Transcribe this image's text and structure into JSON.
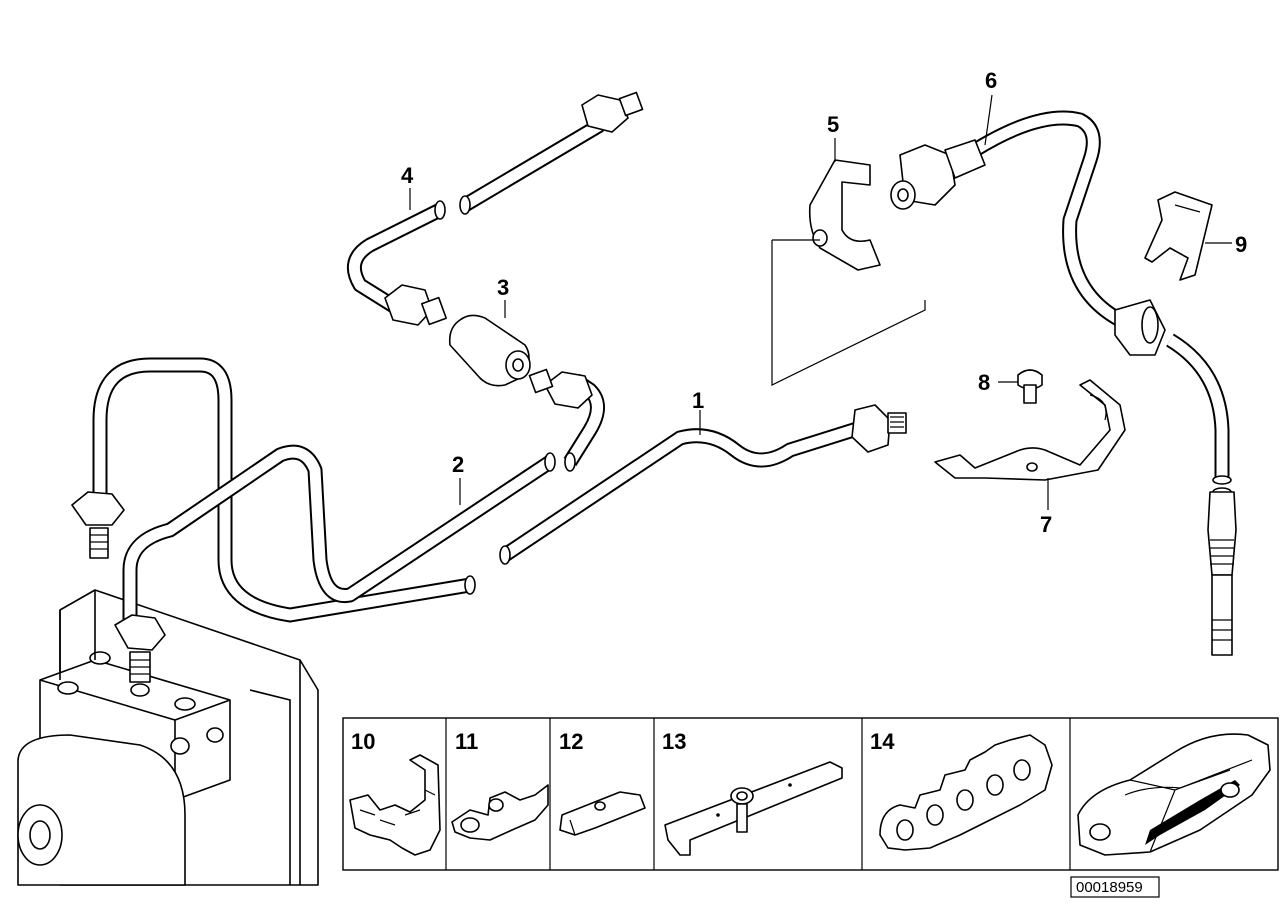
{
  "callouts": [
    "1",
    "2",
    "3",
    "4",
    "5",
    "6",
    "7",
    "8",
    "9"
  ],
  "panels": [
    {
      "label": "10"
    },
    {
      "label": "11"
    },
    {
      "label": "12"
    },
    {
      "label": "13"
    },
    {
      "label": "14"
    }
  ],
  "diagram_number": "00018959",
  "icons": {
    "abs_unit": "abs-hydraulic-unit-icon",
    "car": "car-locator-icon"
  }
}
